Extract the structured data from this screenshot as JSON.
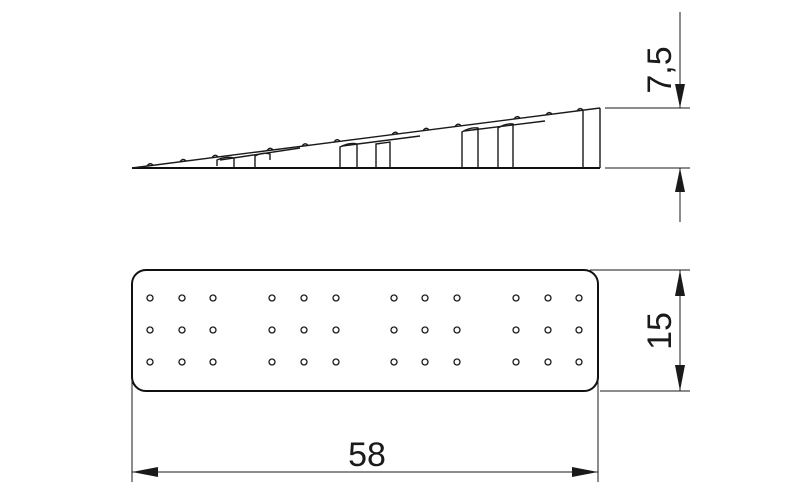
{
  "dimensions": {
    "thickness": "7,5",
    "width": "15",
    "length": "58"
  }
}
